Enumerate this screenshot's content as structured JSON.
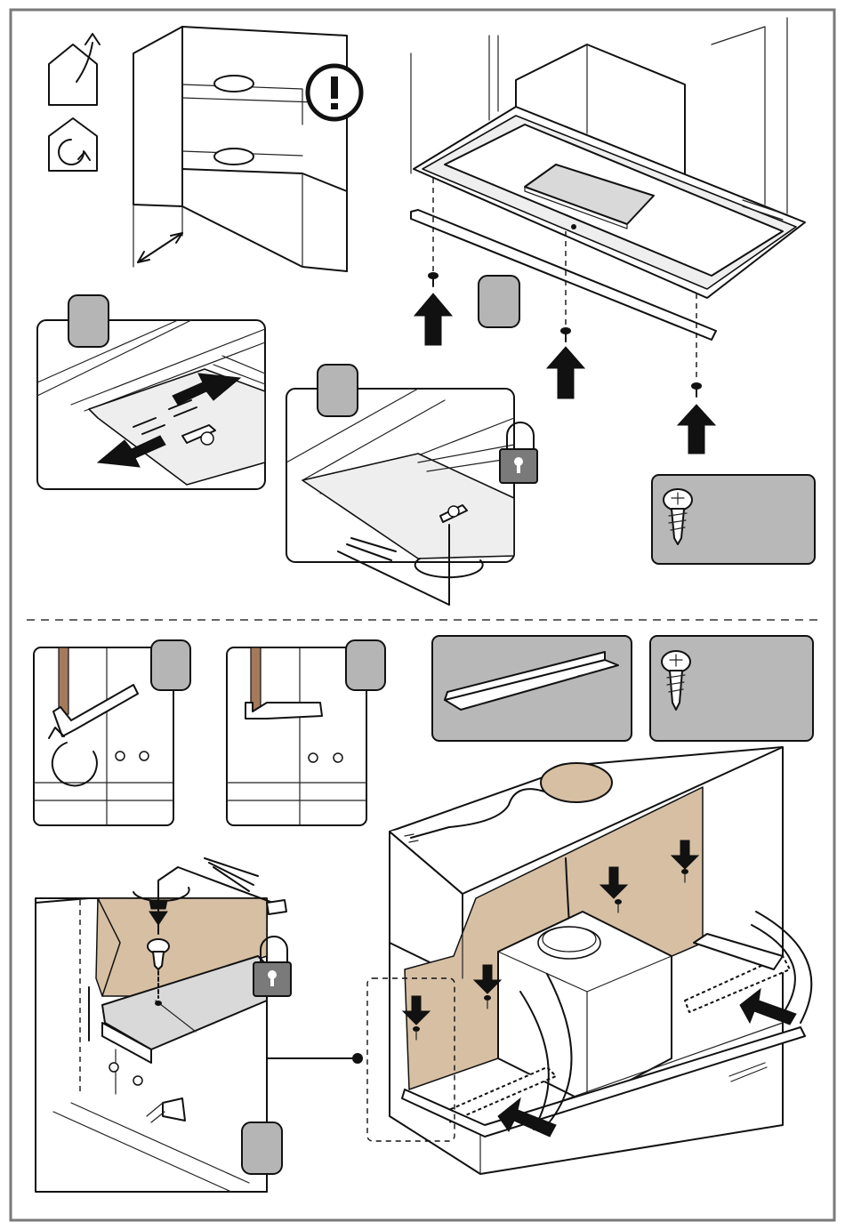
{
  "figure": {
    "type": "assembly-instructions",
    "colors": {
      "frame": "#7a7a7a",
      "panel_gray": "#b8b8b8",
      "step_tag": "#b5b5b5",
      "wood": "#d6bfa3",
      "line": "#111111"
    },
    "icons": [
      "house-exhaust-icon",
      "house-recirculation-icon",
      "warning-icon",
      "padlock-icon",
      "screw-icon",
      "rotation-arrow-icon",
      "push-arrow-icon"
    ],
    "step_tags": [
      "step-tag-slide-adjust",
      "step-tag-lock",
      "step-tag-screw-trim",
      "step-tag-bracket-fold",
      "step-tag-bracket-folded",
      "step-tag-fix-bracket"
    ]
  }
}
